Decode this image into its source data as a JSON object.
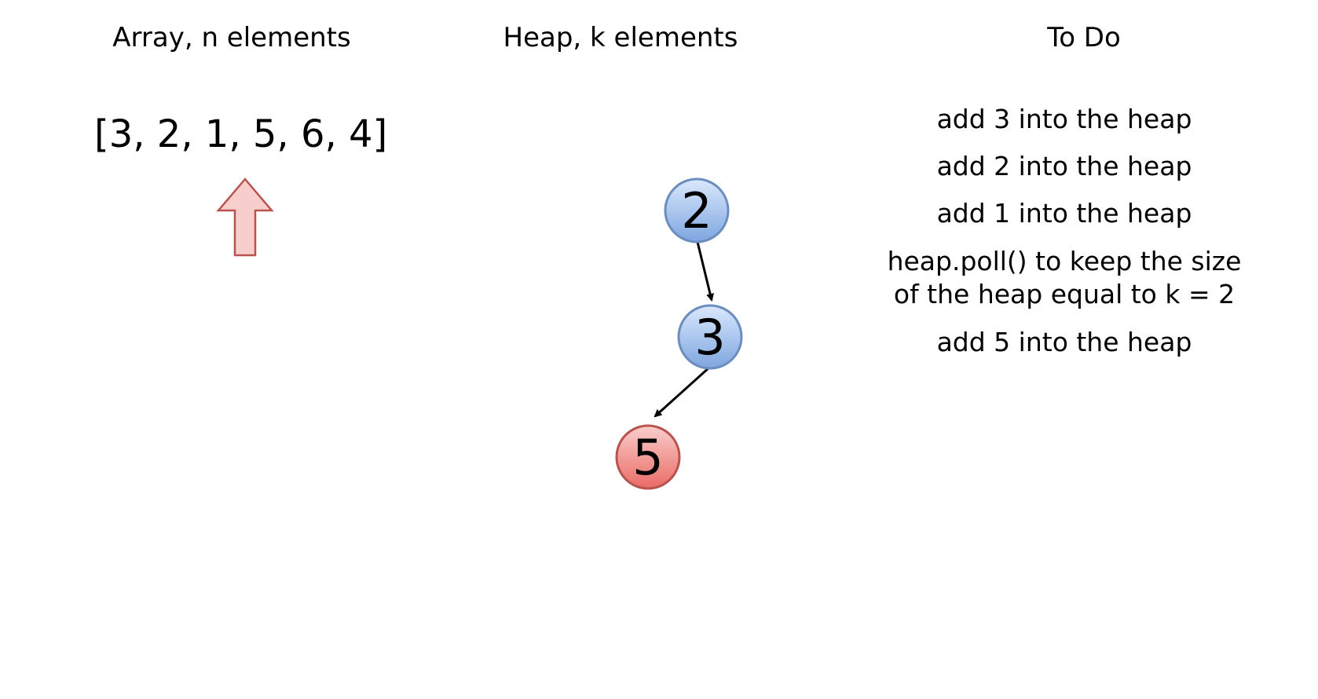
{
  "headings": {
    "array": "Array, n elements",
    "heap": "Heap, k elements",
    "todo": "To Do"
  },
  "array": {
    "display": "[3, 2, 1, 5, 6, 4]",
    "pointer_icon": "arrow-up-icon",
    "pointer_color": "#f8cecc"
  },
  "heap": {
    "nodes": [
      {
        "label": "2",
        "state": "in-heap"
      },
      {
        "label": "3",
        "state": "in-heap"
      },
      {
        "label": "5",
        "state": "new"
      }
    ],
    "edges": [
      {
        "from": "2",
        "to": "3"
      },
      {
        "from": "3",
        "to": "5"
      }
    ]
  },
  "todo": {
    "items": [
      {
        "lines": [
          "add 3 into the heap"
        ]
      },
      {
        "lines": [
          "add 2 into the heap"
        ]
      },
      {
        "lines": [
          "add 1 into the heap"
        ]
      },
      {
        "lines": [
          "heap.poll() to keep the size",
          "of the heap equal to k = 2"
        ]
      },
      {
        "lines": [
          "add 5 into the heap"
        ]
      }
    ]
  },
  "colors": {
    "in_heap_fill_top": "#dae8fc",
    "in_heap_fill_bottom": "#7ea6e0",
    "in_heap_stroke": "#6c8ebf",
    "new_fill_top": "#f8cecc",
    "new_fill_bottom": "#ea6b66",
    "new_stroke": "#b85450",
    "arrow_stroke": "#b85450"
  }
}
